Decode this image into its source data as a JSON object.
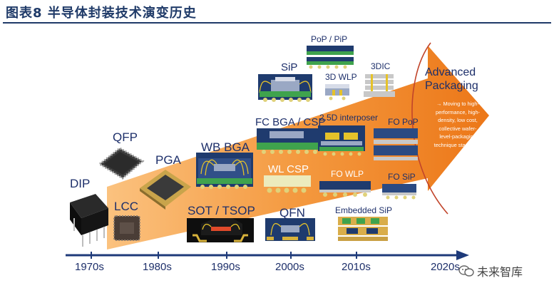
{
  "title": "图表8 半导体封装技术演变历史",
  "packages": {
    "dip": "DIP",
    "qfp": "QFP",
    "pga": "PGA",
    "lcc": "LCC",
    "wb_bga": "WB BGA",
    "sot_tsop": "SOT / TSOP",
    "sip": "SiP",
    "fc_bga_csp": "FC BGA / CSP",
    "wl_csp": "WL CSP",
    "qfn": "QFN",
    "pop_pip": "PoP / PiP",
    "wlp_3d": "3D WLP",
    "interposer_25d": "2.5D interposer",
    "fo_wlp": "FO WLP",
    "embedded_sip": "Embedded SiP",
    "dic_3": "3DIC",
    "fo_pop": "FO PoP",
    "fo_sip": "FO SiP"
  },
  "advanced": {
    "title_line1": "Advanced",
    "title_line2": "Packaging",
    "note_line1": "→ Moving to high-",
    "note_line2": "performance, high-",
    "note_line3": "density, low cost,",
    "note_line4": "collective wafer-",
    "note_line5": "level-packaging",
    "note_line6": "technique standards"
  },
  "timeline": [
    "1970s",
    "1980s",
    "1990s",
    "2000s",
    "2010s",
    "2020s"
  ],
  "watermark": "未来智库",
  "colors": {
    "title": "#1f3a68",
    "arrow_light": "#f8b064",
    "arrow_dark": "#ee7d1e",
    "label": "#1d2f6a",
    "chip_navy": "#1f3b6e",
    "board_green": "#3fa34d",
    "wire_gold": "#e5c22a",
    "substrate_gold": "#d9ad4a"
  }
}
